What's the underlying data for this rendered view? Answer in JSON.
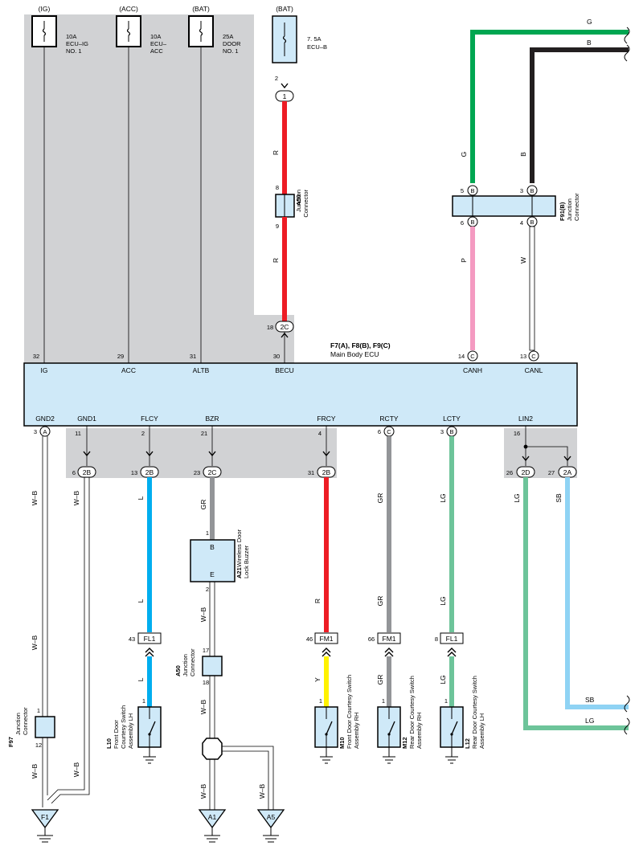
{
  "fuses": [
    {
      "id": "fuse-ig",
      "supply": "(IG)",
      "l1": "10A",
      "l2": "ECU–IG",
      "l3": "NO. 1"
    },
    {
      "id": "fuse-acc",
      "supply": "(ACC)",
      "l1": "10A",
      "l2": "ECU–",
      "l3": "ACC"
    },
    {
      "id": "fuse-bat",
      "supply": "(BAT)",
      "l1": "25A",
      "l2": "DOOR",
      "l3": "NO. 1"
    },
    {
      "id": "fuse-ecub",
      "supply": "(BAT)",
      "l1": "7. 5A",
      "l2": "ECU–B",
      "l3": ""
    }
  ],
  "wire_colors": {
    "R": "#ed1c24",
    "G": "#00a651",
    "B": "#231f20",
    "P": "#f49ac1",
    "L": "#00aeef",
    "GR": "#939598",
    "LG": "#6dc49a",
    "Y": "#fff200",
    "SB": "#8fd3f4",
    "W": "#ffffff",
    "W-B": "#ffffff"
  },
  "ecu": {
    "title": "F7(A), F8(B), F9(C)",
    "name": "Main Body ECU",
    "top_terminals": [
      {
        "pin": "32",
        "label": "IG"
      },
      {
        "pin": "29",
        "label": "ACC"
      },
      {
        "pin": "31",
        "label": "ALTB"
      },
      {
        "pin": "30",
        "label": "BECU"
      },
      {
        "pin": "14",
        "conn": "C",
        "label": "CANH"
      },
      {
        "pin": "13",
        "conn": "C",
        "label": "CANL"
      }
    ],
    "bottom_terminals": [
      {
        "pin": "3",
        "conn": "A",
        "label": "GND2"
      },
      {
        "pin": "11",
        "label": "GND1"
      },
      {
        "pin": "2",
        "label": "FLCY"
      },
      {
        "pin": "21",
        "label": "BZR"
      },
      {
        "pin": "4",
        "label": "FRCY"
      },
      {
        "pin": "6",
        "conn": "C",
        "label": "RCTY"
      },
      {
        "pin": "3",
        "conn": "B",
        "label": "LCTY"
      },
      {
        "pin": "16",
        "label": "LIN2"
      }
    ]
  },
  "a50_upper": {
    "code": "A50",
    "l1": "Junction",
    "l2": "Connector",
    "pin_top": "8",
    "pin_bot": "9",
    "top_pin": "2",
    "top_conn": "1",
    "wire_upper": "R",
    "wire_lower": "R",
    "ecu_pin": "18",
    "ecu_conn": "2C"
  },
  "f91": {
    "code": "F91(B)",
    "l1": "Junction",
    "l2": "Connector",
    "pins_top": [
      {
        "pin": "5",
        "conn": "B"
      },
      {
        "pin": "3",
        "conn": "B"
      }
    ],
    "pins_bot": [
      {
        "pin": "6",
        "conn": "B"
      },
      {
        "pin": "4",
        "conn": "B"
      }
    ],
    "wire_g": "G",
    "wire_b": "B",
    "wire_p": "P",
    "wire_w": "W",
    "right_g": "G",
    "right_b": "B"
  },
  "lower_conns": [
    {
      "pin": "6",
      "conn": "2B"
    },
    {
      "pin": "13",
      "conn": "2B"
    },
    {
      "pin": "23",
      "conn": "2C"
    },
    {
      "pin": "31",
      "conn": "2B"
    },
    {
      "pin": "26",
      "conn": "2D"
    },
    {
      "pin": "27",
      "conn": "2A"
    }
  ],
  "wires": {
    "gnd2_upper": "W–B",
    "gnd2_mid": "W–B",
    "gnd2_lower": "W–B",
    "gnd1_upper": "W–B",
    "gnd1_lower": "W–B",
    "flcy_upper": "L",
    "flcy_mid": "L",
    "flcy_lower": "L",
    "bzr_upper": "GR",
    "bzr_mid": "W–B",
    "bzr_lower": "W–B",
    "bzr_a1": "W–B",
    "bzr_a5": "W–B",
    "frcy_upper": "R",
    "frcy_lower": "Y",
    "rcty_upper": "GR",
    "rcty_mid": "GR",
    "rcty_lower": "GR",
    "lcty_upper": "LG",
    "lcty_mid": "LG",
    "lcty_lower": "LG",
    "lin2_lg": "LG",
    "lin2_sb": "SB",
    "right_sb": "SB",
    "right_lg": "LG"
  },
  "buzzer": {
    "code": "A21",
    "l1": "Wireless Door",
    "l2": "Lock Buzzer",
    "pin1": "1",
    "pin2": "2",
    "t1": "B",
    "t2": "E"
  },
  "a50_lower": {
    "code": "A50",
    "l1": "Junction",
    "l2": "Connector",
    "pin_top": "17",
    "pin_bot": "18"
  },
  "f97": {
    "code": "F97",
    "l1": "Junction",
    "l2": "Connector",
    "pin_top": "1",
    "pin_bot": "12"
  },
  "inline_conns": [
    {
      "pin": "43",
      "conn": "FL1"
    },
    {
      "pin": "46",
      "conn": "FM1"
    },
    {
      "pin": "66",
      "conn": "FM1"
    },
    {
      "pin": "8",
      "conn": "FL1"
    }
  ],
  "switches": [
    {
      "code": "L10",
      "l1": "Front Door",
      "l2": "Courtesy Switch",
      "l3": "Assembly LH",
      "pin": "1"
    },
    {
      "code": "M10",
      "l1": "Front Door Courtesy Switch",
      "l2": "Assembly RH",
      "l3": "",
      "pin": "1"
    },
    {
      "code": "M12",
      "l1": "Rear Door Courtesy Switch",
      "l2": "Assembly RH",
      "l3": "",
      "pin": "1"
    },
    {
      "code": "L12",
      "l1": "Rear Door Courtesy Switch",
      "l2": "Assembly LH",
      "l3": "",
      "pin": "1"
    }
  ],
  "grounds": [
    "F1",
    "A1",
    "A5"
  ]
}
